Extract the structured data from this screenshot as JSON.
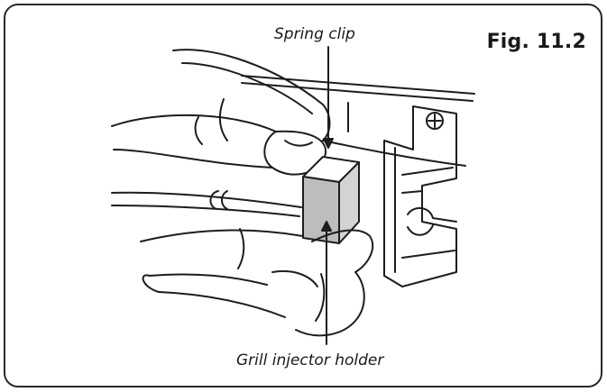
{
  "figure": {
    "number": "Fig. 11.2"
  },
  "callouts": {
    "spring_clip": "Spring clip",
    "injector_holder": "Grill injector holder"
  }
}
